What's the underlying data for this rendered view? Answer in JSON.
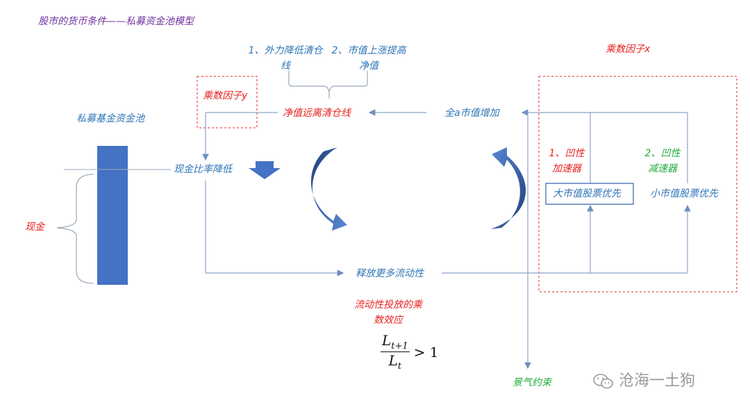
{
  "title": "股市的货币条件——私募资金池模型",
  "pool_label": "私募基金资金池",
  "cash_label": "现金",
  "cash_ratio": "现金比率降低",
  "nav_far": "净值远离清仓线",
  "multiplier_y": "乘数因子y",
  "multiplier_x": "乘数因子x",
  "factor1": "1、外力降低清仓线",
  "factor2": "2、市值上涨提高净值",
  "all_a_rise": "全a市值增加",
  "accel1": "1、凹性加速器",
  "decel2": "2、凹性减速器",
  "large_cap": "大市值股票优先",
  "small_cap": "小市值股票优先",
  "release_liquidity": "释放更多流动性",
  "multiplier_effect": "流动性投放的乘数效应",
  "formula": {
    "num_base": "L",
    "num_sub": "t+1",
    "den_base": "L",
    "den_sub": "t",
    "rel": "> 1"
  },
  "boom_constraint": "景气约束",
  "watermark": "沧海一土狗",
  "colors": {
    "blue": "#2e75b6",
    "red": "#e8211f",
    "green": "#1faa3a",
    "purple": "#7030a0",
    "bar": "#4472c4"
  }
}
